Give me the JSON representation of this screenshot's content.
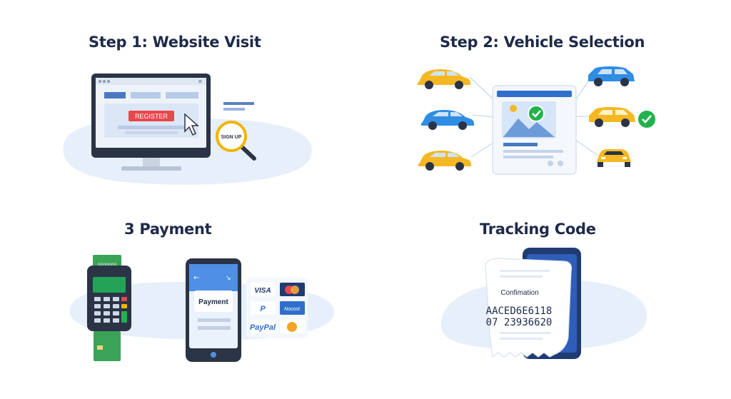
{
  "steps": [
    {
      "title": "Step 1: Website Visit",
      "register_label": "REGISTER",
      "signup_label": "SIGN UP"
    },
    {
      "title": "Step 2: Vehicle Selection"
    },
    {
      "title": "3 Payment",
      "screen_title": "Payment",
      "cards": [
        "VISA",
        "P",
        "Nocost",
        "PayPal"
      ]
    },
    {
      "title": "Tracking Code",
      "receipt_title": "Confimation",
      "code_line1": "AACED6E6118",
      "code_line2": "07 23936620"
    }
  ],
  "colors": {
    "title": "#1e2a4a",
    "accent_red": "#e8474b",
    "accent_yellow": "#f2b400",
    "check_green": "#22b24c",
    "car_yellow": "#f5b822",
    "car_blue": "#2f8de4",
    "blob": "#e6effa",
    "navy": "#1f3b73"
  }
}
